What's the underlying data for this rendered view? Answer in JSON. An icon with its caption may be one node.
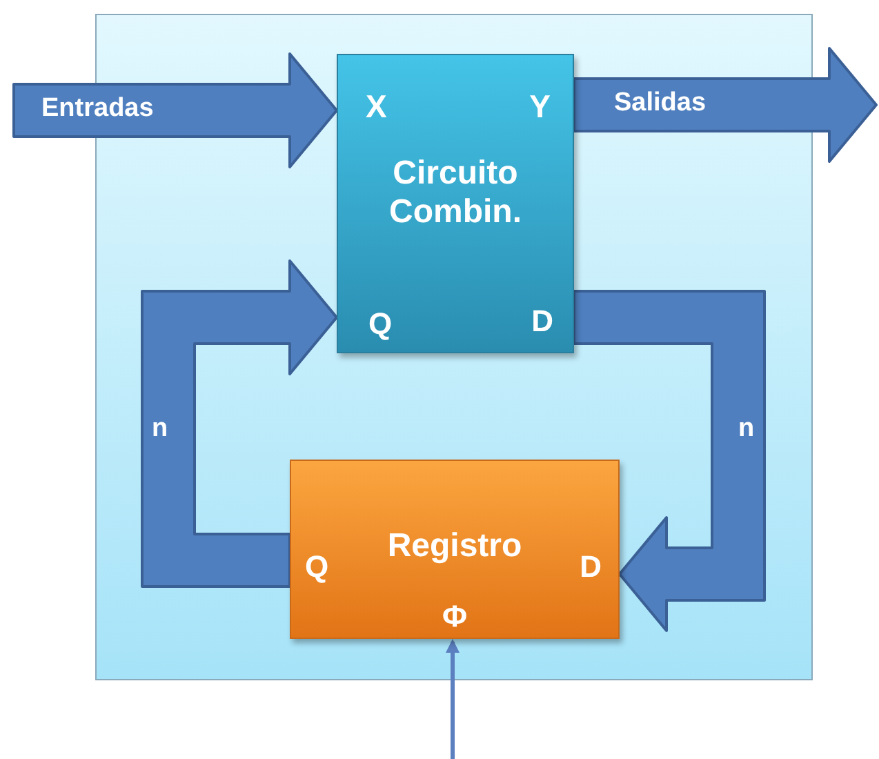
{
  "diagram": {
    "nodes": [
      {
        "text": [],
        "shape": "box"
      },
      {
        "text": [
          "X",
          "Y",
          "Circuito Combin.",
          "Q",
          "D"
        ],
        "in": 0
      },
      {
        "text": [
          "Registro",
          "Q",
          "D",
          "Φ"
        ],
        "in": 0
      }
    ],
    "edges": [
      {
        "from": null,
        "to": 1,
        "arrow": "to",
        "label": "Entradas",
        "style": "thick"
      },
      {
        "from": 1,
        "to": null,
        "arrow": "to",
        "label": "Salidas",
        "style": "thick"
      },
      {
        "from": 1,
        "to": 2,
        "arrow": "to",
        "label": "n",
        "style": "thick"
      },
      {
        "from": 2,
        "to": 1,
        "arrow": "to",
        "label": "n",
        "style": "thick"
      },
      {
        "from": null,
        "to": 2,
        "arrow": "to"
      }
    ]
  }
}
